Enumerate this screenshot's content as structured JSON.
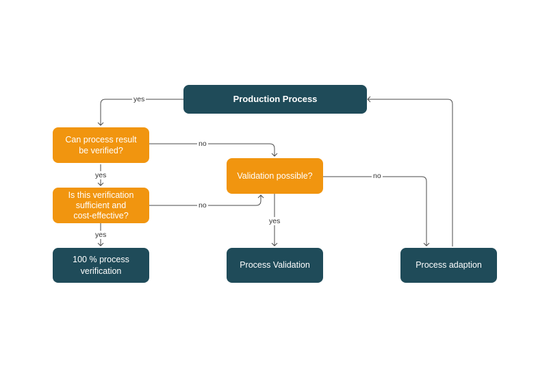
{
  "colors": {
    "process": "#1f4b59",
    "decision": "#f1950f",
    "text": "#ffffff",
    "connector": "#4a4a4a"
  },
  "nodes": {
    "production": {
      "label": "Production Process"
    },
    "can_verify": {
      "lines": [
        "Can process result",
        "be verified?"
      ]
    },
    "sufficient": {
      "lines": [
        "Is this verification",
        "sufficient and",
        "cost-effective?"
      ]
    },
    "full_verification": {
      "lines": [
        "100 % process",
        "verification"
      ]
    },
    "validation_possible": {
      "label": "Validation possible?"
    },
    "process_validation": {
      "label": "Process Validation"
    },
    "process_adaption": {
      "label": "Process adaption"
    }
  },
  "edges": {
    "production_to_can_verify": "yes",
    "can_verify_to_validation": "no",
    "can_verify_to_sufficient": "yes",
    "sufficient_to_validation": "no",
    "sufficient_to_full": "yes",
    "validation_to_process_validation": "yes",
    "validation_to_adaption": "no"
  }
}
